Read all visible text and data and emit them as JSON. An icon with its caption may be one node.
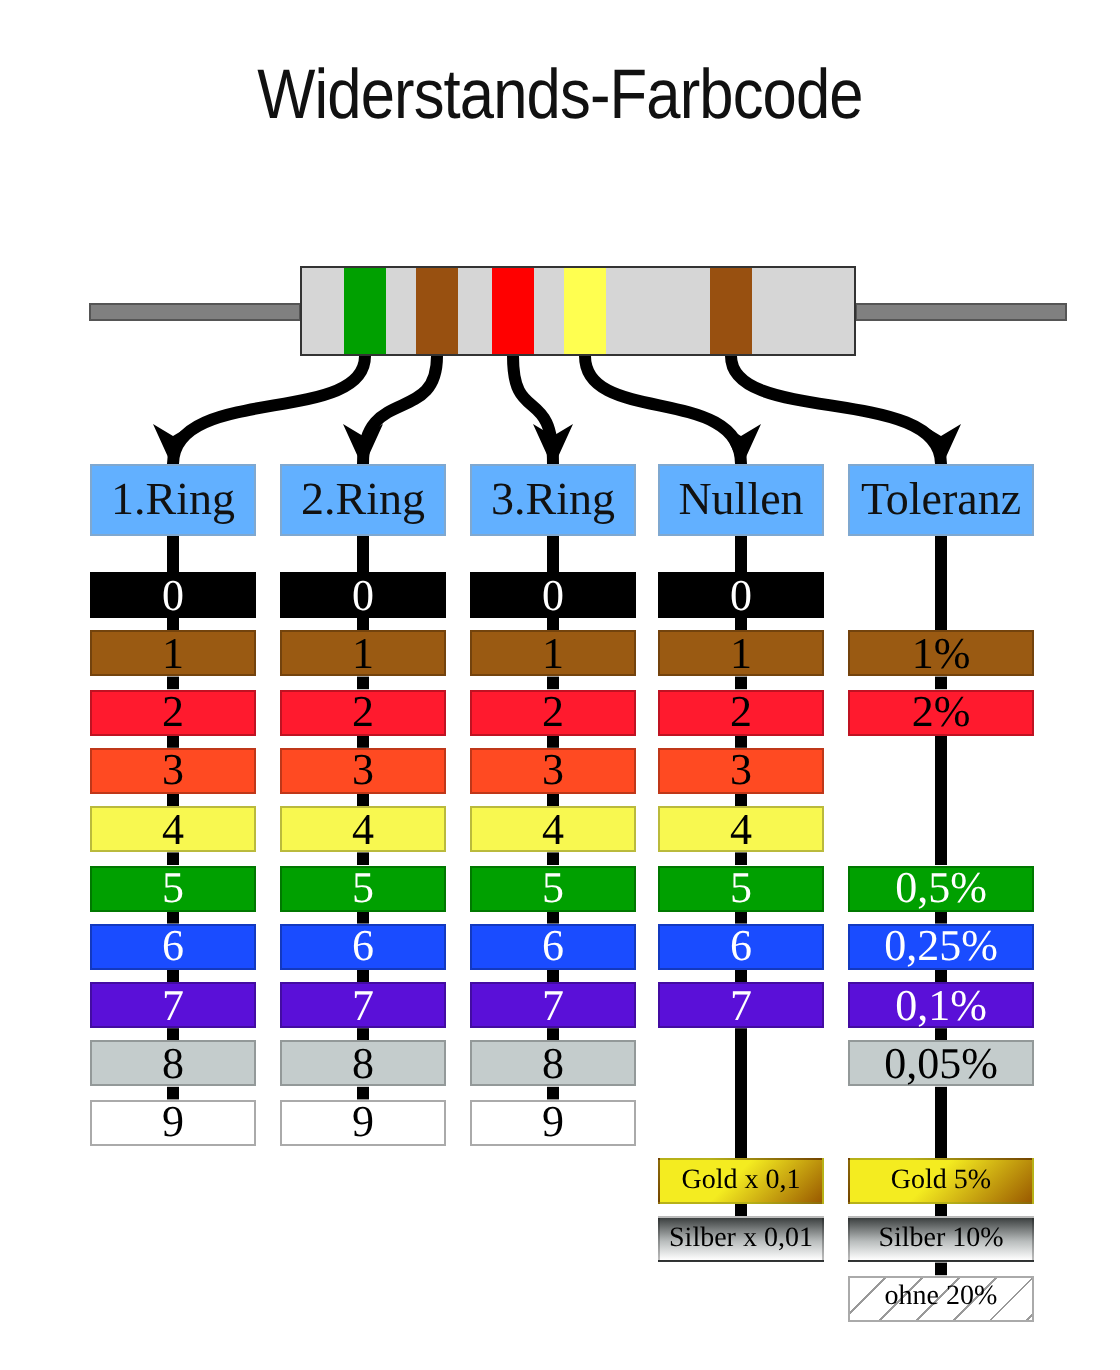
{
  "diagram": {
    "title": "Widerstands-Farbcode",
    "nodes": [
      {
        "text": [],
        "shape": "box"
      },
      {
        "text": [],
        "shape": "bar",
        "in": 0
      },
      {
        "text": [],
        "shape": "bar",
        "in": 0
      },
      {
        "text": [],
        "shape": "bar",
        "in": 0
      },
      {
        "text": [],
        "shape": "bar",
        "in": 0
      },
      {
        "text": [],
        "shape": "bar",
        "in": 0
      },
      {
        "text": [
          "1.Ring"
        ]
      },
      {
        "text": [
          "2.Ring"
        ]
      },
      {
        "text": [
          "3.Ring"
        ]
      },
      {
        "text": [
          "Nullen"
        ]
      },
      {
        "text": [
          "Toleranz"
        ]
      },
      {
        "text": [
          "0"
        ]
      },
      {
        "text": [
          "1"
        ]
      },
      {
        "text": [
          "2"
        ]
      },
      {
        "text": [
          "3"
        ]
      },
      {
        "text": [
          "4"
        ]
      },
      {
        "text": [
          "5"
        ]
      },
      {
        "text": [
          "6"
        ]
      },
      {
        "text": [
          "7"
        ]
      },
      {
        "text": [
          "8"
        ]
      },
      {
        "text": [
          "9"
        ]
      },
      {
        "text": [
          "0"
        ]
      },
      {
        "text": [
          "1"
        ]
      },
      {
        "text": [
          "2"
        ]
      },
      {
        "text": [
          "3"
        ]
      },
      {
        "text": [
          "4"
        ]
      },
      {
        "text": [
          "5"
        ]
      },
      {
        "text": [
          "6"
        ]
      },
      {
        "text": [
          "7"
        ]
      },
      {
        "text": [
          "8"
        ]
      },
      {
        "text": [
          "9"
        ]
      },
      {
        "text": [
          "0"
        ]
      },
      {
        "text": [
          "1"
        ]
      },
      {
        "text": [
          "2"
        ]
      },
      {
        "text": [
          "3"
        ]
      },
      {
        "text": [
          "4"
        ]
      },
      {
        "text": [
          "5"
        ]
      },
      {
        "text": [
          "6"
        ]
      },
      {
        "text": [
          "7"
        ]
      },
      {
        "text": [
          "8"
        ]
      },
      {
        "text": [
          "9"
        ]
      },
      {
        "text": [
          "0"
        ]
      },
      {
        "text": [
          "1"
        ]
      },
      {
        "text": [
          "2"
        ]
      },
      {
        "text": [
          "3"
        ]
      },
      {
        "text": [
          "4"
        ]
      },
      {
        "text": [
          "5"
        ]
      },
      {
        "text": [
          "6"
        ]
      },
      {
        "text": [
          "7"
        ]
      },
      {
        "text": [
          "Gold x 0,1"
        ]
      },
      {
        "text": [
          "Silber x 0,01"
        ]
      },
      {
        "text": [
          "1%"
        ]
      },
      {
        "text": [
          "2%"
        ]
      },
      {
        "text": [
          "0,5%"
        ]
      },
      {
        "text": [
          "0,25%"
        ]
      },
      {
        "text": [
          "0,1%"
        ]
      },
      {
        "text": [
          "0,05%"
        ]
      },
      {
        "text": [
          "Gold 5%"
        ]
      },
      {
        "text": [
          "Silber 10%"
        ]
      },
      {
        "text": [
          "ohne 20%"
        ]
      }
    ],
    "edges": [
      {
        "from": 1,
        "to": 6,
        "arrow": "to"
      },
      {
        "from": 2,
        "to": 7,
        "arrow": "to"
      },
      {
        "from": 3,
        "to": 8,
        "arrow": "to"
      },
      {
        "from": 4,
        "to": 9,
        "arrow": "to"
      },
      {
        "from": 5,
        "to": 10,
        "arrow": "to"
      },
      {
        "from": 6,
        "to": 11,
        "arrow": "none"
      },
      {
        "from": 11,
        "to": 12,
        "arrow": "none"
      },
      {
        "from": 12,
        "to": 13,
        "arrow": "none"
      },
      {
        "from": 13,
        "to": 14,
        "arrow": "none"
      },
      {
        "from": 14,
        "to": 15,
        "arrow": "none"
      },
      {
        "from": 15,
        "to": 16,
        "arrow": "none"
      },
      {
        "from": 16,
        "to": 17,
        "arrow": "none"
      },
      {
        "from": 17,
        "to": 18,
        "arrow": "none"
      },
      {
        "from": 18,
        "to": 19,
        "arrow": "none"
      },
      {
        "from": 19,
        "to": 20,
        "arrow": "none"
      },
      {
        "from": 7,
        "to": 21,
        "arrow": "none"
      },
      {
        "from": 21,
        "to": 22,
        "arrow": "none"
      },
      {
        "from": 22,
        "to": 23,
        "arrow": "none"
      },
      {
        "from": 23,
        "to": 24,
        "arrow": "none"
      },
      {
        "from": 24,
        "to": 25,
        "arrow": "none"
      },
      {
        "from": 25,
        "to": 26,
        "arrow": "none"
      },
      {
        "from": 26,
        "to": 27,
        "arrow": "none"
      },
      {
        "from": 27,
        "to": 28,
        "arrow": "none"
      },
      {
        "from": 28,
        "to": 29,
        "arrow": "none"
      },
      {
        "from": 29,
        "to": 30,
        "arrow": "none"
      },
      {
        "from": 8,
        "to": 31,
        "arrow": "none"
      },
      {
        "from": 31,
        "to": 32,
        "arrow": "none"
      },
      {
        "from": 32,
        "to": 33,
        "arrow": "none"
      },
      {
        "from": 33,
        "to": 34,
        "arrow": "none"
      },
      {
        "from": 34,
        "to": 35,
        "arrow": "none"
      },
      {
        "from": 35,
        "to": 36,
        "arrow": "none"
      },
      {
        "from": 36,
        "to": 37,
        "arrow": "none"
      },
      {
        "from": 37,
        "to": 38,
        "arrow": "none"
      },
      {
        "from": 38,
        "to": 39,
        "arrow": "none"
      },
      {
        "from": 39,
        "to": 40,
        "arrow": "none"
      },
      {
        "from": 9,
        "to": 41,
        "arrow": "none"
      },
      {
        "from": 41,
        "to": 42,
        "arrow": "none"
      },
      {
        "from": 42,
        "to": 43,
        "arrow": "none"
      },
      {
        "from": 43,
        "to": 44,
        "arrow": "none"
      },
      {
        "from": 44,
        "to": 45,
        "arrow": "none"
      },
      {
        "from": 45,
        "to": 46,
        "arrow": "none"
      },
      {
        "from": 46,
        "to": 47,
        "arrow": "none"
      },
      {
        "from": 47,
        "to": 48,
        "arrow": "none"
      },
      {
        "from": 48,
        "to": 49,
        "arrow": "none"
      },
      {
        "from": 49,
        "to": 50,
        "arrow": "none"
      },
      {
        "from": 10,
        "to": 51,
        "arrow": "none"
      },
      {
        "from": 51,
        "to": 52,
        "arrow": "none"
      },
      {
        "from": 52,
        "to": 53,
        "arrow": "none"
      },
      {
        "from": 53,
        "to": 54,
        "arrow": "none"
      },
      {
        "from": 54,
        "to": 55,
        "arrow": "none"
      },
      {
        "from": 55,
        "to": 56,
        "arrow": "none"
      },
      {
        "from": 56,
        "to": 57,
        "arrow": "none"
      },
      {
        "from": 57,
        "to": 58,
        "arrow": "none"
      },
      {
        "from": 58,
        "to": 59,
        "arrow": "none"
      }
    ]
  }
}
